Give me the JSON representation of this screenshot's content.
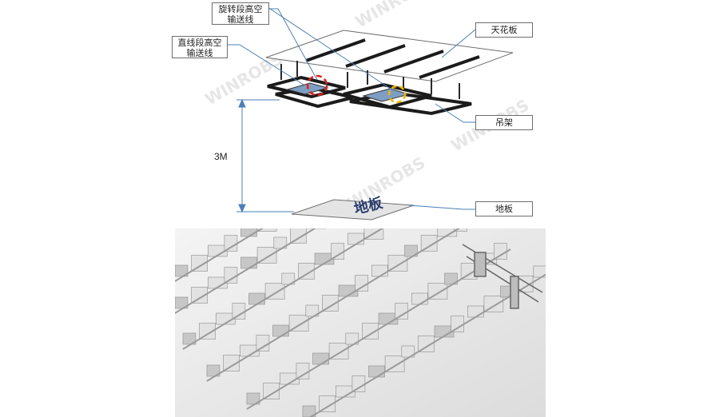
{
  "diagram": {
    "labels": {
      "rotating_section": [
        "旋转段高空",
        "输送线"
      ],
      "straight_section": [
        "直线段高空",
        "输送线"
      ],
      "ceiling": "天花板",
      "hanger": "吊架",
      "floor": "地板",
      "floor_mark": "地板",
      "height": "3M"
    },
    "watermark": "WINROBS"
  },
  "colors": {
    "frame": "#1b1b1b",
    "leader_line": "#4a7fb5",
    "red_marker": "#e0201c",
    "yellow_marker": "#f2b500",
    "floor_fill": "#e4e4e4",
    "conveyor_blue": "#7e9ec4"
  }
}
